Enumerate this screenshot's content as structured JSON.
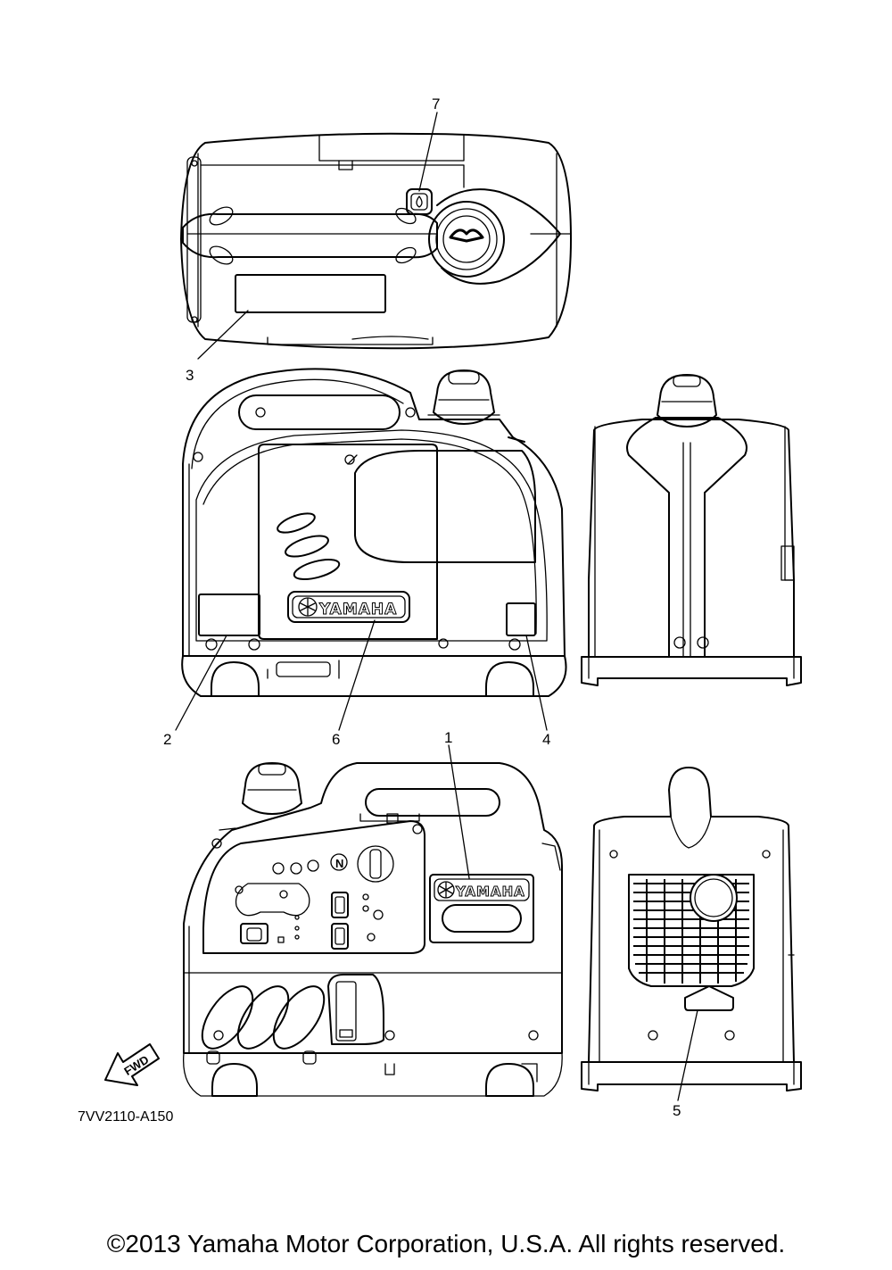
{
  "diagram": {
    "part_code": "7VV2110-A150",
    "fwd_label": "FWD",
    "brand_text": "YAMAHA",
    "neutral_symbol": "N",
    "callouts": [
      {
        "number": "1"
      },
      {
        "number": "2"
      },
      {
        "number": "3"
      },
      {
        "number": "4"
      },
      {
        "number": "5"
      },
      {
        "number": "6"
      },
      {
        "number": "7"
      }
    ]
  },
  "footer": {
    "copyright": "©2013 Yamaha Motor Corporation, U.S.A. All rights reserved."
  }
}
